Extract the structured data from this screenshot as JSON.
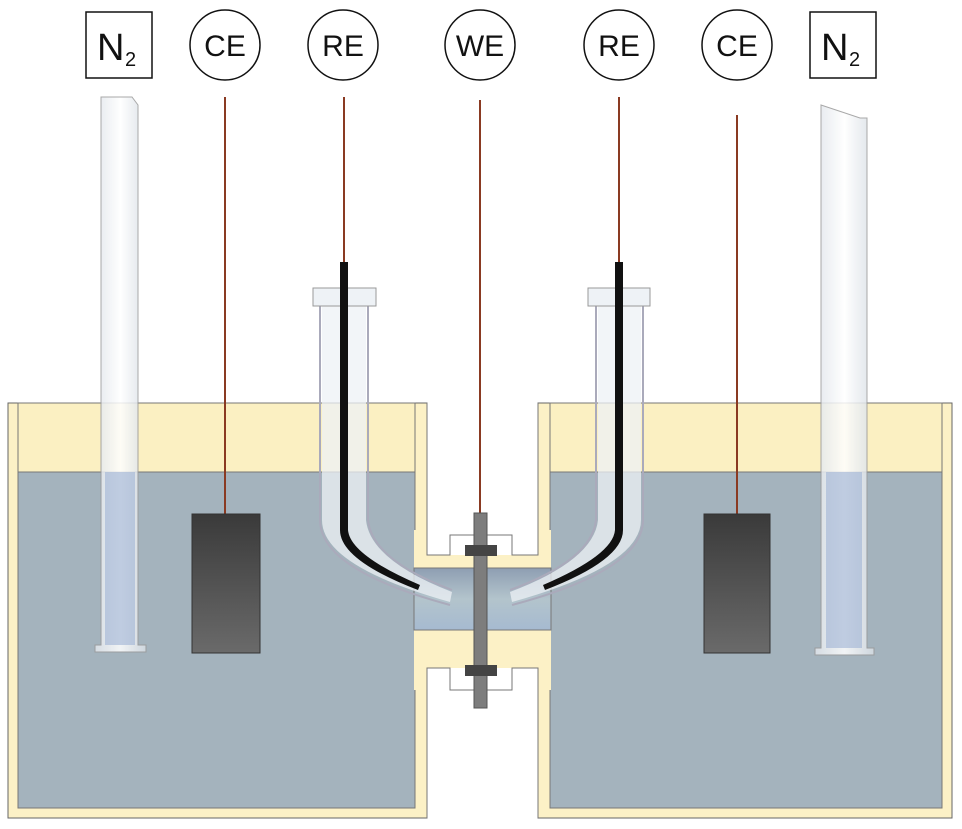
{
  "labels": {
    "n2_left": {
      "main": "N",
      "sub": "2"
    },
    "ce_left": "CE",
    "re_left": "RE",
    "we": "WE",
    "re_right": "RE",
    "ce_right": "CE",
    "n2_right": {
      "main": "N",
      "sub": "2"
    }
  },
  "colors": {
    "vessel_wall": "#fcf1c6",
    "electrolyte": "#a4b3bd",
    "wire": "#8a3a22",
    "electrode_plate": "#4a4a4a",
    "glass_tube": "#e8eef4"
  }
}
